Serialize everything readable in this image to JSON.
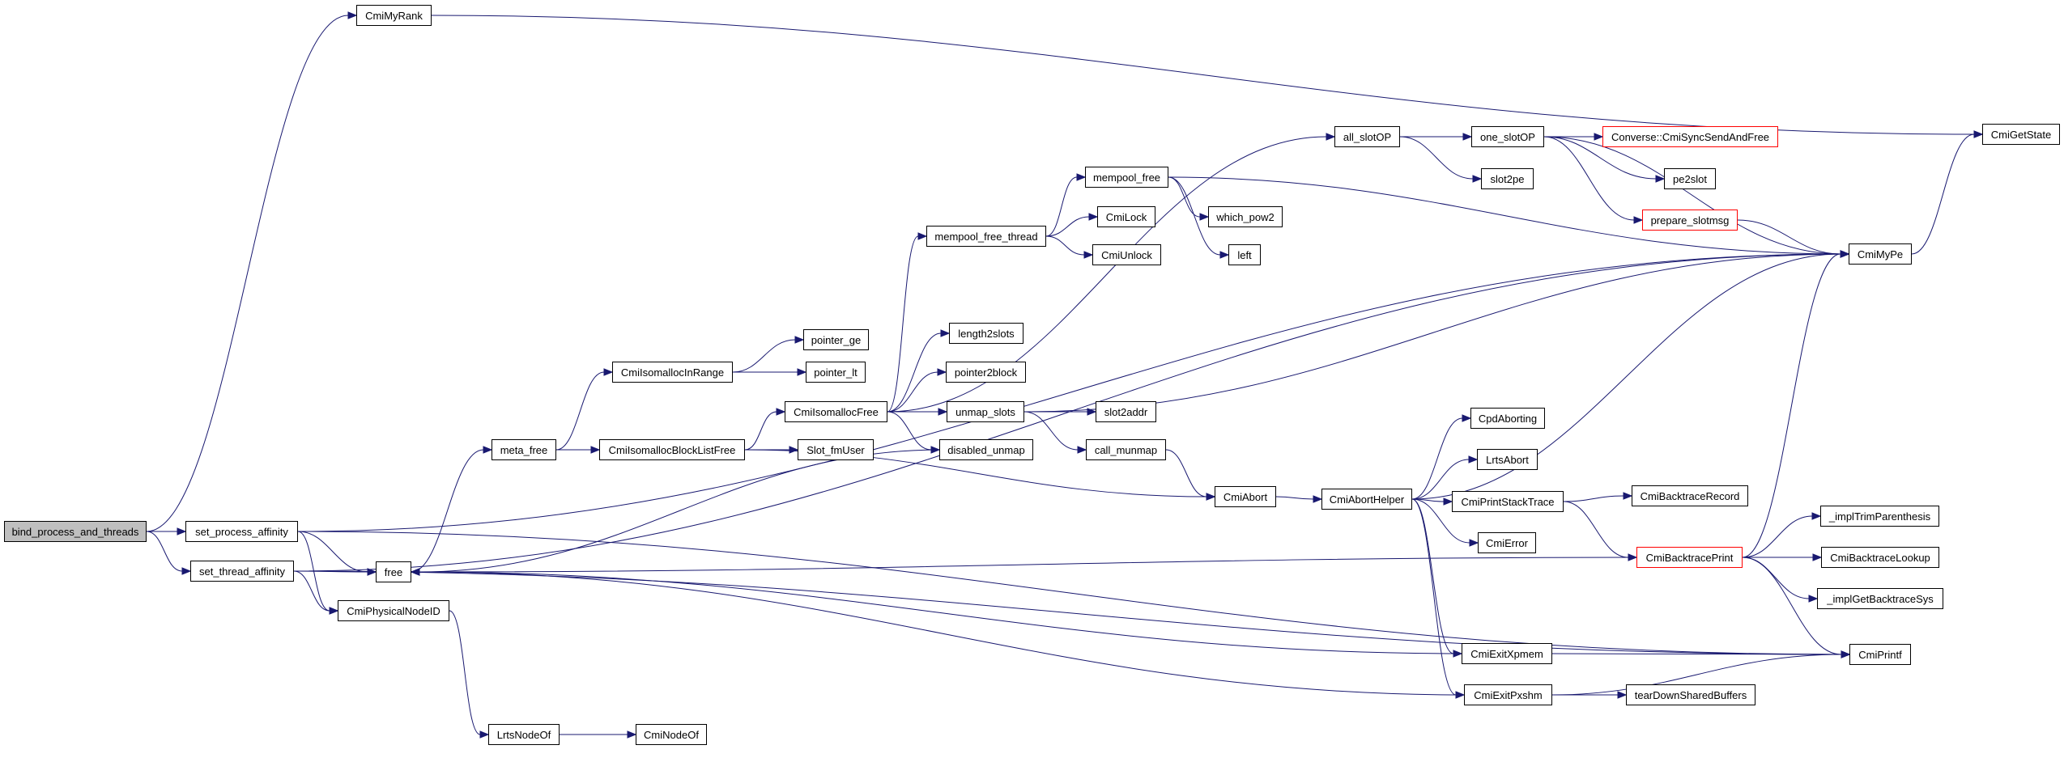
{
  "title": "Call graph of bind_process_and_threads",
  "colors": {
    "edge": "#191970",
    "node_border": "#000000",
    "root_fill": "#bfbfbf",
    "external_border": "#ff0000"
  },
  "nodes": [
    {
      "id": "bind_process_and_threads",
      "label": "bind_process_and_threads",
      "kind": "root"
    },
    {
      "id": "CmiMyRank",
      "label": "CmiMyRank",
      "kind": "normal"
    },
    {
      "id": "set_process_affinity",
      "label": "set_process_affinity",
      "kind": "normal"
    },
    {
      "id": "set_thread_affinity",
      "label": "set_thread_affinity",
      "kind": "normal"
    },
    {
      "id": "free",
      "label": "free",
      "kind": "normal"
    },
    {
      "id": "CmiPhysicalNodeID",
      "label": "CmiPhysicalNodeID",
      "kind": "normal"
    },
    {
      "id": "LrtsNodeOf",
      "label": "LrtsNodeOf",
      "kind": "normal"
    },
    {
      "id": "CmiNodeOf",
      "label": "CmiNodeOf",
      "kind": "normal"
    },
    {
      "id": "meta_free",
      "label": "meta_free",
      "kind": "normal"
    },
    {
      "id": "CmiIsomallocInRange",
      "label": "CmiIsomallocInRange",
      "kind": "normal"
    },
    {
      "id": "pointer_ge",
      "label": "pointer_ge",
      "kind": "normal"
    },
    {
      "id": "pointer_lt",
      "label": "pointer_lt",
      "kind": "normal"
    },
    {
      "id": "CmiIsomallocBlockListFree",
      "label": "CmiIsomallocBlockListFree",
      "kind": "normal"
    },
    {
      "id": "Slot_fmUser",
      "label": "Slot_fmUser",
      "kind": "normal"
    },
    {
      "id": "CmiIsomallocFree",
      "label": "CmiIsomallocFree",
      "kind": "normal"
    },
    {
      "id": "mempool_free_thread",
      "label": "mempool_free_thread",
      "kind": "normal"
    },
    {
      "id": "mempool_free",
      "label": "mempool_free",
      "kind": "normal"
    },
    {
      "id": "CmiLock",
      "label": "CmiLock",
      "kind": "normal"
    },
    {
      "id": "CmiUnlock",
      "label": "CmiUnlock",
      "kind": "normal"
    },
    {
      "id": "which_pow2",
      "label": "which_pow2",
      "kind": "normal"
    },
    {
      "id": "left",
      "label": "left",
      "kind": "normal"
    },
    {
      "id": "length2slots",
      "label": "length2slots",
      "kind": "normal"
    },
    {
      "id": "pointer2block",
      "label": "pointer2block",
      "kind": "normal"
    },
    {
      "id": "unmap_slots",
      "label": "unmap_slots",
      "kind": "normal"
    },
    {
      "id": "disabled_unmap",
      "label": "disabled_unmap",
      "kind": "normal"
    },
    {
      "id": "slot2addr",
      "label": "slot2addr",
      "kind": "normal"
    },
    {
      "id": "call_munmap",
      "label": "call_munmap",
      "kind": "normal"
    },
    {
      "id": "all_slotOP",
      "label": "all_slotOP",
      "kind": "normal"
    },
    {
      "id": "one_slotOP",
      "label": "one_slotOP",
      "kind": "normal"
    },
    {
      "id": "slot2pe",
      "label": "slot2pe",
      "kind": "normal"
    },
    {
      "id": "CmiSyncSendAndFree",
      "label": "Converse::CmiSyncSendAndFree",
      "kind": "external"
    },
    {
      "id": "pe2slot",
      "label": "pe2slot",
      "kind": "normal"
    },
    {
      "id": "prepare_slotmsg",
      "label": "prepare_slotmsg",
      "kind": "external"
    },
    {
      "id": "CmiMyPe",
      "label": "CmiMyPe",
      "kind": "normal"
    },
    {
      "id": "CmiGetState",
      "label": "CmiGetState",
      "kind": "normal"
    },
    {
      "id": "CmiAbort",
      "label": "CmiAbort",
      "kind": "normal"
    },
    {
      "id": "CmiAbortHelper",
      "label": "CmiAbortHelper",
      "kind": "normal"
    },
    {
      "id": "CpdAborting",
      "label": "CpdAborting",
      "kind": "normal"
    },
    {
      "id": "LrtsAbort",
      "label": "LrtsAbort",
      "kind": "normal"
    },
    {
      "id": "CmiPrintStackTrace",
      "label": "CmiPrintStackTrace",
      "kind": "normal"
    },
    {
      "id": "CmiError",
      "label": "CmiError",
      "kind": "normal"
    },
    {
      "id": "CmiBacktraceRecord",
      "label": "CmiBacktraceRecord",
      "kind": "normal"
    },
    {
      "id": "CmiBacktracePrint",
      "label": "CmiBacktracePrint",
      "kind": "external"
    },
    {
      "id": "_implTrimParenthesis",
      "label": "_implTrimParenthesis",
      "kind": "normal"
    },
    {
      "id": "CmiBacktraceLookup",
      "label": "CmiBacktraceLookup",
      "kind": "normal"
    },
    {
      "id": "_implGetBacktraceSys",
      "label": "_implGetBacktraceSys",
      "kind": "normal"
    },
    {
      "id": "CmiExitXpmem",
      "label": "CmiExitXpmem",
      "kind": "normal"
    },
    {
      "id": "CmiExitPxshm",
      "label": "CmiExitPxshm",
      "kind": "normal"
    },
    {
      "id": "tearDownSharedBuffers",
      "label": "tearDownSharedBuffers",
      "kind": "normal"
    },
    {
      "id": "CmiPrintf",
      "label": "CmiPrintf",
      "kind": "normal"
    }
  ],
  "edges": [
    [
      "bind_process_and_threads",
      "CmiMyRank"
    ],
    [
      "bind_process_and_threads",
      "set_process_affinity"
    ],
    [
      "bind_process_and_threads",
      "set_thread_affinity"
    ],
    [
      "CmiMyRank",
      "CmiGetState"
    ],
    [
      "set_process_affinity",
      "CmiMyPe"
    ],
    [
      "set_process_affinity",
      "free"
    ],
    [
      "set_process_affinity",
      "CmiPhysicalNodeID"
    ],
    [
      "set_process_affinity",
      "CmiPrintf"
    ],
    [
      "set_thread_affinity",
      "CmiMyPe"
    ],
    [
      "set_thread_affinity",
      "free"
    ],
    [
      "set_thread_affinity",
      "CmiPhysicalNodeID"
    ],
    [
      "set_thread_affinity",
      "CmiPrintf"
    ],
    [
      "free",
      "meta_free"
    ],
    [
      "CmiPhysicalNodeID",
      "LrtsNodeOf"
    ],
    [
      "LrtsNodeOf",
      "CmiNodeOf"
    ],
    [
      "meta_free",
      "CmiIsomallocInRange"
    ],
    [
      "meta_free",
      "CmiIsomallocBlockListFree"
    ],
    [
      "CmiIsomallocInRange",
      "pointer_ge"
    ],
    [
      "CmiIsomallocInRange",
      "pointer_lt"
    ],
    [
      "CmiIsomallocBlockListFree",
      "CmiIsomallocFree"
    ],
    [
      "CmiIsomallocBlockListFree",
      "Slot_fmUser"
    ],
    [
      "CmiIsomallocBlockListFree",
      "CmiAbort"
    ],
    [
      "CmiIsomallocFree",
      "all_slotOP"
    ],
    [
      "CmiIsomallocFree",
      "mempool_free_thread"
    ],
    [
      "CmiIsomallocFree",
      "length2slots"
    ],
    [
      "CmiIsomallocFree",
      "pointer2block"
    ],
    [
      "CmiIsomallocFree",
      "unmap_slots"
    ],
    [
      "CmiIsomallocFree",
      "disabled_unmap"
    ],
    [
      "mempool_free_thread",
      "mempool_free"
    ],
    [
      "mempool_free_thread",
      "CmiLock"
    ],
    [
      "mempool_free_thread",
      "CmiUnlock"
    ],
    [
      "mempool_free",
      "which_pow2"
    ],
    [
      "mempool_free",
      "left"
    ],
    [
      "mempool_free",
      "CmiMyPe"
    ],
    [
      "unmap_slots",
      "slot2addr"
    ],
    [
      "unmap_slots",
      "call_munmap"
    ],
    [
      "unmap_slots",
      "CmiMyPe"
    ],
    [
      "disabled_unmap",
      "free"
    ],
    [
      "call_munmap",
      "CmiAbort"
    ],
    [
      "all_slotOP",
      "one_slotOP"
    ],
    [
      "all_slotOP",
      "slot2pe"
    ],
    [
      "one_slotOP",
      "CmiSyncSendAndFree"
    ],
    [
      "one_slotOP",
      "pe2slot"
    ],
    [
      "one_slotOP",
      "prepare_slotmsg"
    ],
    [
      "one_slotOP",
      "CmiMyPe"
    ],
    [
      "prepare_slotmsg",
      "CmiMyPe"
    ],
    [
      "CmiMyPe",
      "CmiGetState"
    ],
    [
      "CmiAbort",
      "CmiAbortHelper"
    ],
    [
      "CmiAbortHelper",
      "CmiMyPe"
    ],
    [
      "CmiAbortHelper",
      "CpdAborting"
    ],
    [
      "CmiAbortHelper",
      "LrtsAbort"
    ],
    [
      "CmiAbortHelper",
      "CmiPrintStackTrace"
    ],
    [
      "CmiAbortHelper",
      "CmiError"
    ],
    [
      "CmiAbortHelper",
      "CmiExitXpmem"
    ],
    [
      "CmiAbortHelper",
      "CmiExitPxshm"
    ],
    [
      "CmiPrintStackTrace",
      "CmiBacktraceRecord"
    ],
    [
      "CmiPrintStackTrace",
      "CmiBacktracePrint"
    ],
    [
      "CmiBacktracePrint",
      "CmiMyPe"
    ],
    [
      "CmiBacktracePrint",
      "free"
    ],
    [
      "CmiBacktracePrint",
      "_implTrimParenthesis"
    ],
    [
      "CmiBacktracePrint",
      "CmiBacktraceLookup"
    ],
    [
      "CmiBacktracePrint",
      "_implGetBacktraceSys"
    ],
    [
      "CmiBacktracePrint",
      "CmiPrintf"
    ],
    [
      "CmiExitXpmem",
      "free"
    ],
    [
      "CmiExitXpmem",
      "CmiPrintf"
    ],
    [
      "CmiExitPxshm",
      "free"
    ],
    [
      "CmiExitPxshm",
      "tearDownSharedBuffers"
    ],
    [
      "CmiExitPxshm",
      "CmiPrintf"
    ]
  ]
}
